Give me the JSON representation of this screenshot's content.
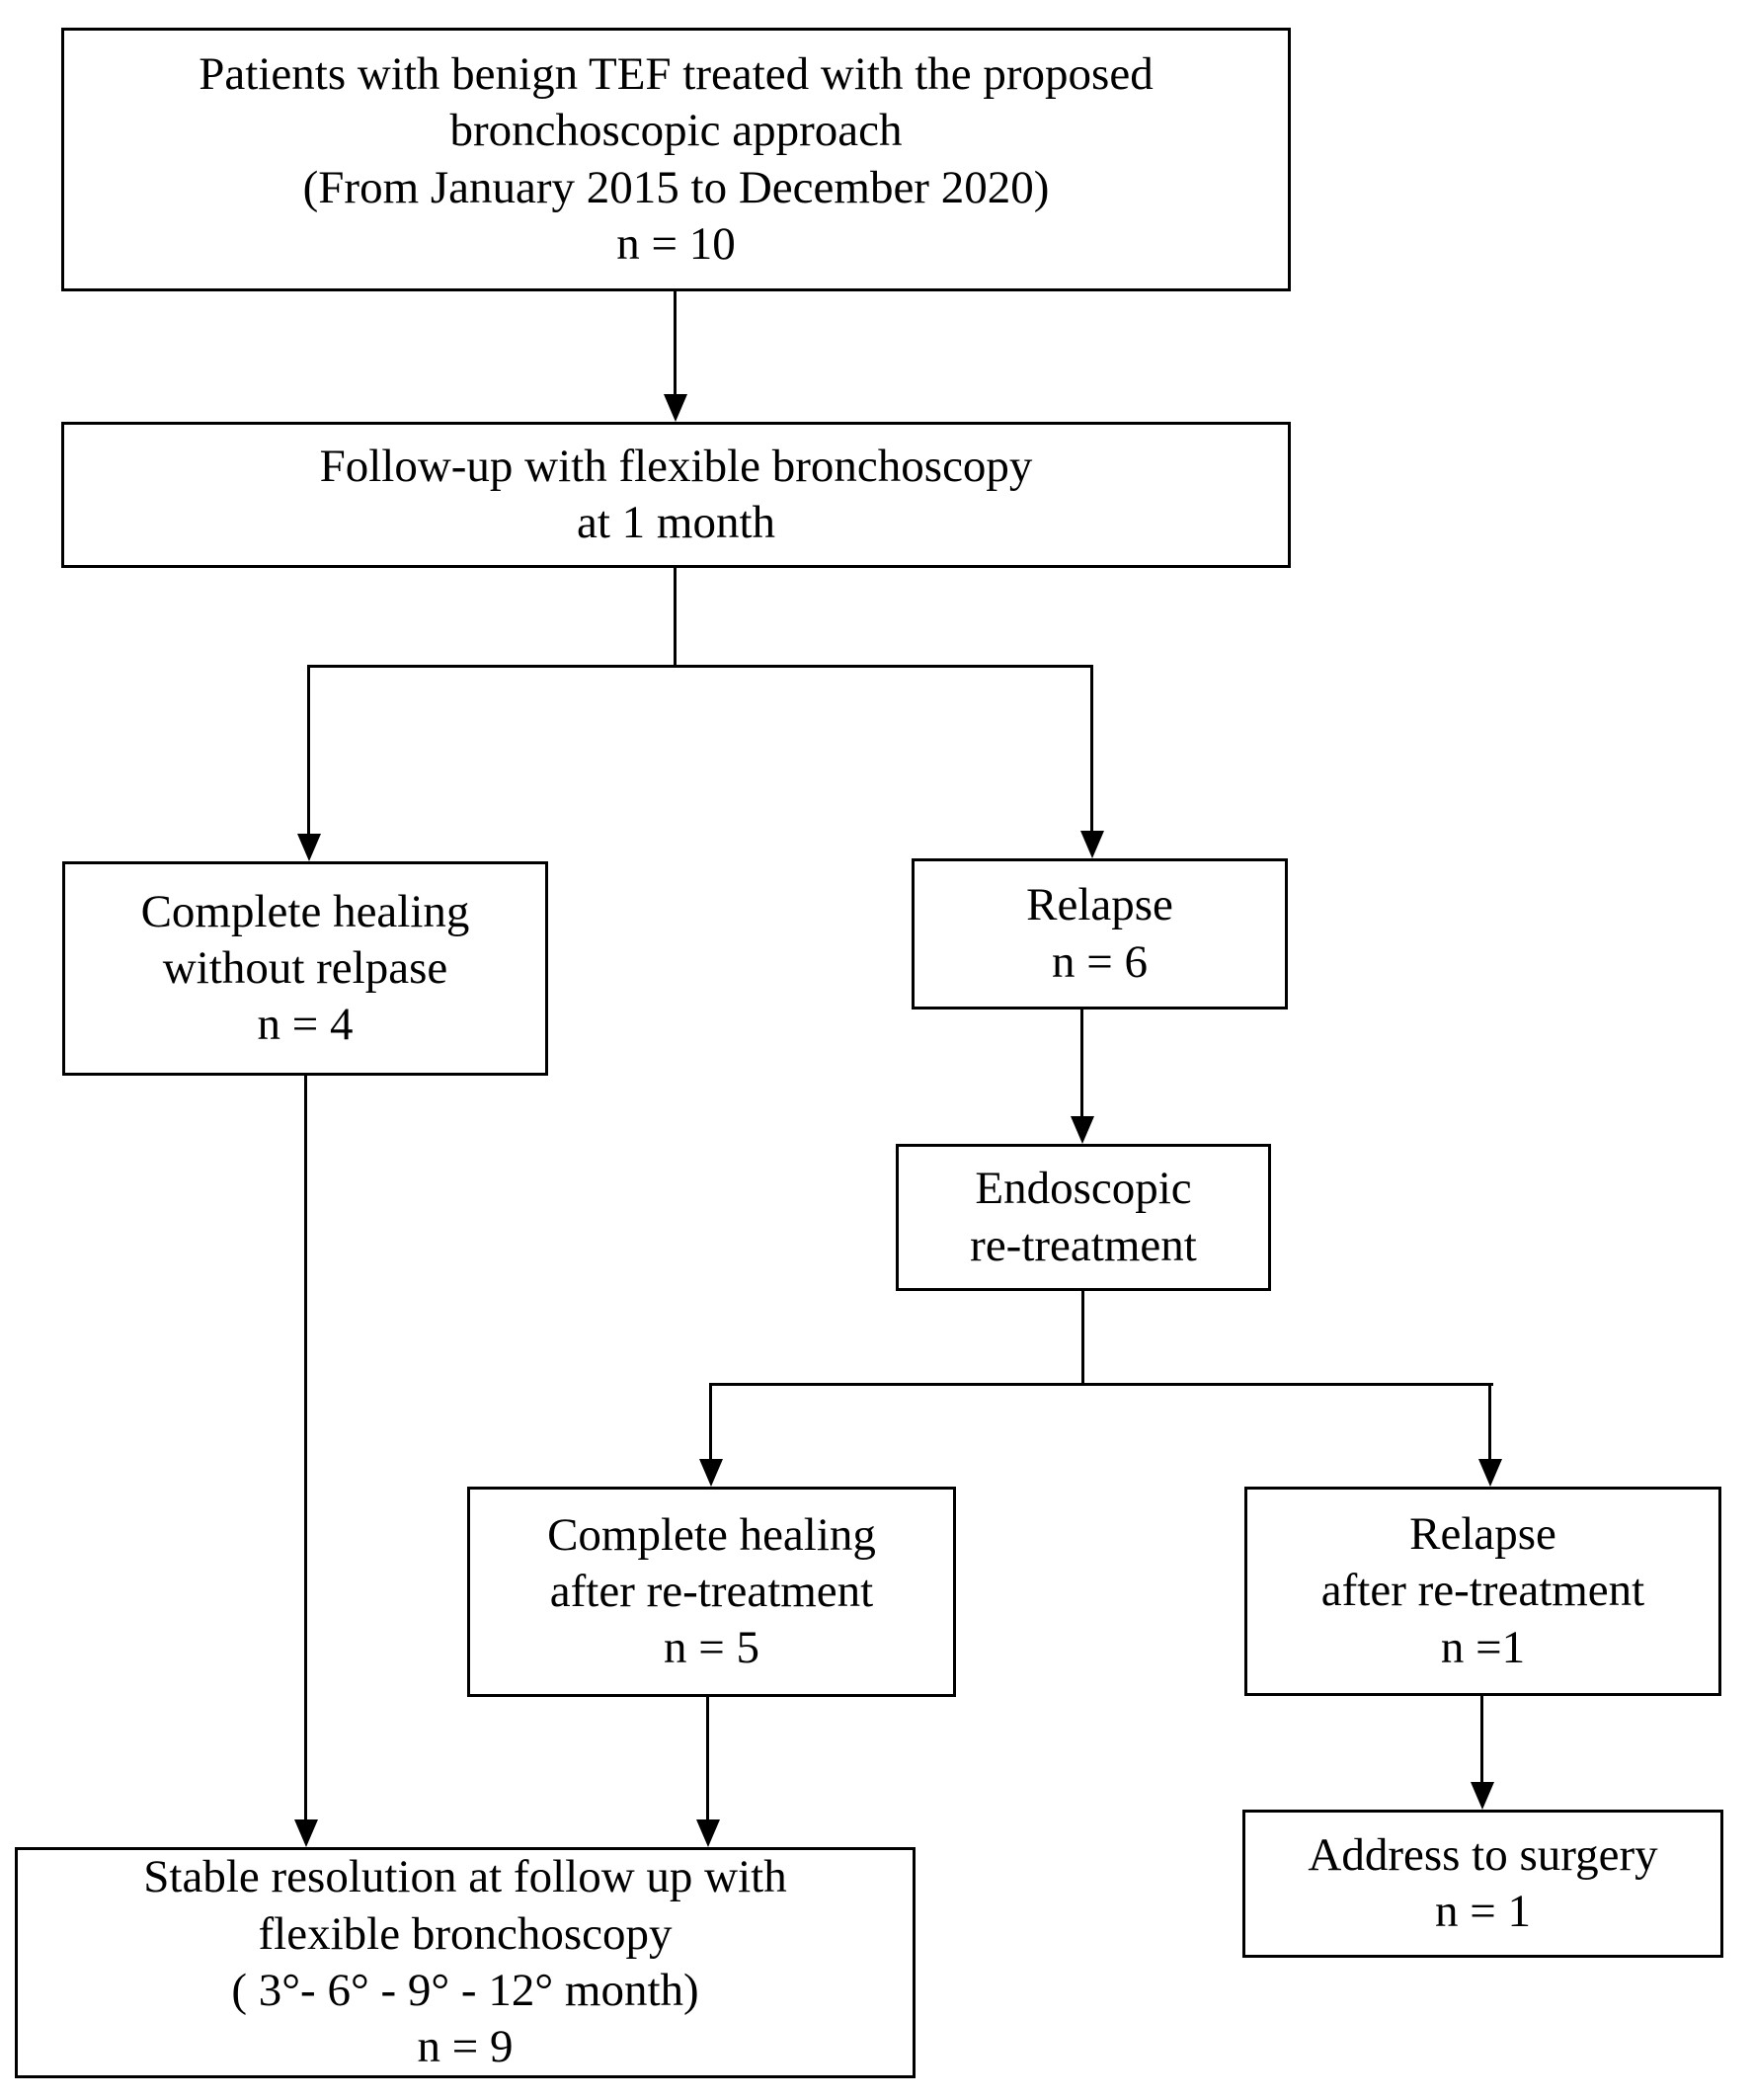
{
  "diagram": {
    "title": "Benign TEF bronchoscopic treatment flow diagram",
    "colors": {
      "border": "#000000",
      "background": "#ffffff",
      "text": "#000000"
    },
    "nodes": [
      {
        "id": "patients",
        "lines": [
          "Patients with benign TEF treated with the proposed",
          "bronchoscopic approach",
          "(From January 2015 to December 2020)",
          "n = 10"
        ]
      },
      {
        "id": "followup",
        "lines": [
          "Follow-up with flexible bronchoscopy",
          "at 1 month"
        ]
      },
      {
        "id": "complete-healing-without-relapse",
        "lines": [
          "Complete healing",
          "without relpase",
          "n = 4"
        ]
      },
      {
        "id": "relapse",
        "lines": [
          "Relapse",
          "n = 6"
        ]
      },
      {
        "id": "endoscopic-retreatment",
        "lines": [
          "Endoscopic",
          "re-treatment"
        ]
      },
      {
        "id": "complete-healing-after-retreatment",
        "lines": [
          "Complete healing",
          "after re-treatment",
          "n = 5"
        ]
      },
      {
        "id": "relapse-after-retreatment",
        "lines": [
          "Relapse",
          "after re-treatment",
          "n =1"
        ]
      },
      {
        "id": "stable-resolution",
        "lines": [
          "Stable resolution at follow up with",
          "flexible bronchoscopy",
          "( 3°- 6° - 9° - 12° month)",
          "n = 9"
        ]
      },
      {
        "id": "address-to-surgery",
        "lines": [
          "Address to surgery",
          "n = 1"
        ]
      }
    ],
    "edges": [
      {
        "from": "patients",
        "to": "followup"
      },
      {
        "from": "followup",
        "to": "complete-healing-without-relapse"
      },
      {
        "from": "followup",
        "to": "relapse"
      },
      {
        "from": "relapse",
        "to": "endoscopic-retreatment"
      },
      {
        "from": "endoscopic-retreatment",
        "to": "complete-healing-after-retreatment"
      },
      {
        "from": "endoscopic-retreatment",
        "to": "relapse-after-retreatment"
      },
      {
        "from": "complete-healing-without-relapse",
        "to": "stable-resolution"
      },
      {
        "from": "complete-healing-after-retreatment",
        "to": "stable-resolution"
      },
      {
        "from": "relapse-after-retreatment",
        "to": "address-to-surgery"
      }
    ]
  }
}
